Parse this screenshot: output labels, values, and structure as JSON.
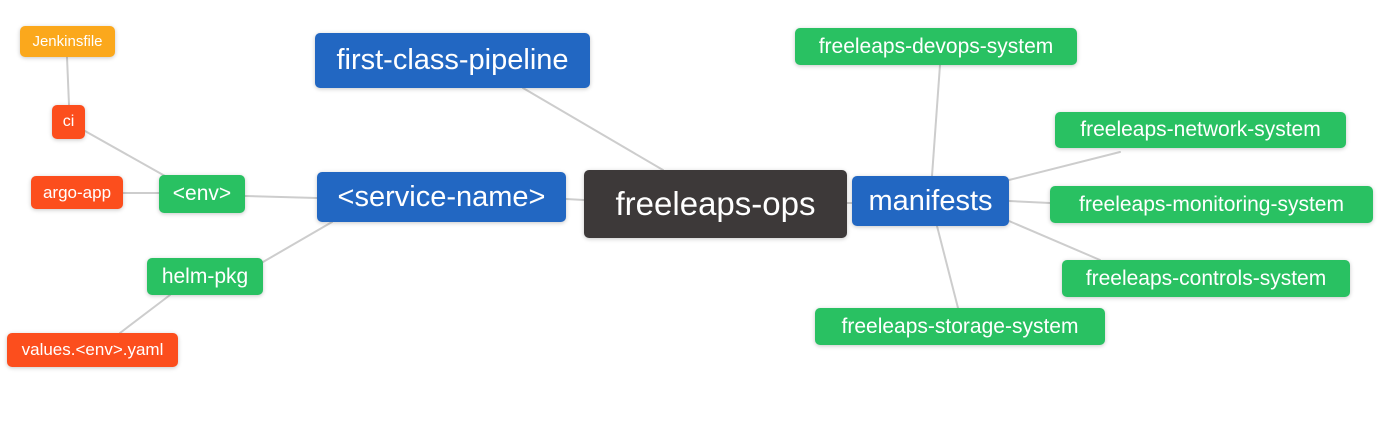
{
  "palette": {
    "blue": "#2267c2",
    "green": "#29c162",
    "amber": "#fba81c",
    "orange_red": "#fc4e1d",
    "dark": "#3d3939",
    "edge_gray": "#cdcdcd",
    "text": "#ffffff",
    "background": "#ffffff"
  },
  "mindmap": {
    "root": {
      "label": "freeleaps-ops"
    },
    "pipeline_branch": {
      "first_class_pipeline": {
        "label": "first-class-pipeline"
      },
      "service_name": {
        "label": "<service-name>"
      },
      "env": {
        "label": "<env>"
      },
      "argo_app": {
        "label": "argo-app"
      },
      "ci": {
        "label": "ci"
      },
      "jenkinsfile": {
        "label": "Jenkinsfile"
      },
      "helm_pkg": {
        "label": "helm-pkg"
      },
      "values_env_yaml": {
        "label": "values.<env>.yaml"
      }
    },
    "manifests_branch": {
      "manifests": {
        "label": "manifests"
      },
      "systems": [
        {
          "label": "freeleaps-devops-system"
        },
        {
          "label": "freeleaps-network-system"
        },
        {
          "label": "freeleaps-monitoring-system"
        },
        {
          "label": "freeleaps-controls-system"
        },
        {
          "label": "freeleaps-storage-system"
        }
      ]
    }
  }
}
